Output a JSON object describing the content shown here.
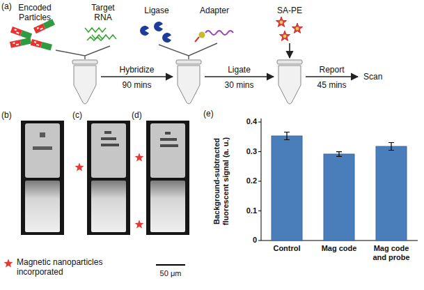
{
  "diagram": {
    "nodes": [
      {
        "text": [
          "Encoded Particles",
          "Target RNA"
        ]
      },
      {
        "text": [
          "Ligase",
          "Adapter"
        ]
      },
      {
        "text": [
          "SA-PE"
        ]
      },
      {
        "text": [
          "Scan"
        ]
      }
    ],
    "edges": [
      {
        "from": 0,
        "to": 1,
        "arrow": "to",
        "label": "Hybridize"
      },
      {
        "from": 1,
        "to": 2,
        "arrow": "to",
        "label": "Ligate"
      },
      {
        "from": 2,
        "to": 3,
        "arrow": "to",
        "label": "Report"
      }
    ],
    "labels": [
      "(a)",
      "90 mins",
      "30 mins",
      "45 mins",
      "(b)",
      "(c)",
      "(d)",
      "50 μm",
      "(e)",
      "Background-subtracted fluorescent signal (a. u.)",
      "0.4",
      "0.3",
      "0.2",
      "0.1",
      "0",
      "Control",
      "Mag code",
      "Mag code and probe"
    ],
    "legend": [
      {
        "text": "Magnetic nanoparticles incorporated"
      }
    ]
  }
}
